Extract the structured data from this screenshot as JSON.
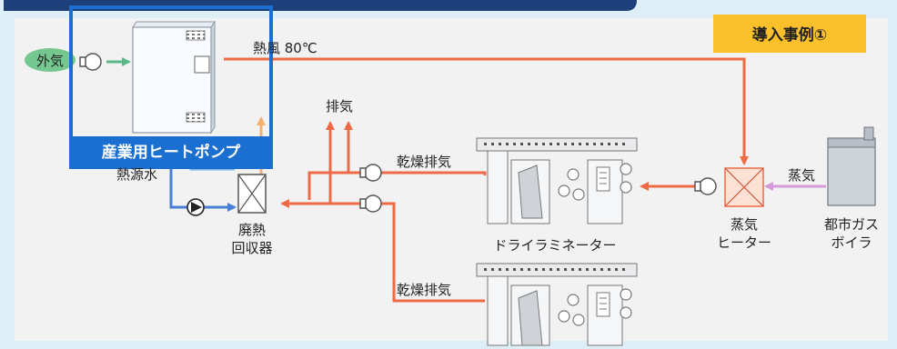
{
  "case_badge": "導入事例①",
  "labels": {
    "outside_air": "外気",
    "hot_air": "熱風 80℃",
    "exhaust": "排気",
    "dry_exhaust_1": "乾燥排気",
    "dry_exhaust_2": "乾燥排気",
    "heat_source_water": "熱源水",
    "waste_heat_recovery": [
      "廃熱",
      "回収器"
    ],
    "dry_laminator": "ドライラミネーター",
    "steam": "蒸気",
    "steam_heater": [
      "蒸気",
      "ヒーター"
    ],
    "city_gas_boiler": [
      "都市ガス",
      "ボイラ"
    ],
    "heat_pump": "産業用ヒートポンプ"
  },
  "colors": {
    "panel_bg": "#ddeef7",
    "panel_header": "#1d3f7a",
    "highlight": "#1a6fd1",
    "badge_bg": "#fbc02a",
    "hot_line": "#ee6a45",
    "exhaust_line": "#ee6a45",
    "water_blue": "#4b7fd6",
    "water_cyan": "#78b4e6",
    "steam_pink": "#d79ad6",
    "outside_air_green": "#5ab787",
    "outside_air_pill": "#74c78f",
    "heat_up_orange": "#f7b06f"
  }
}
